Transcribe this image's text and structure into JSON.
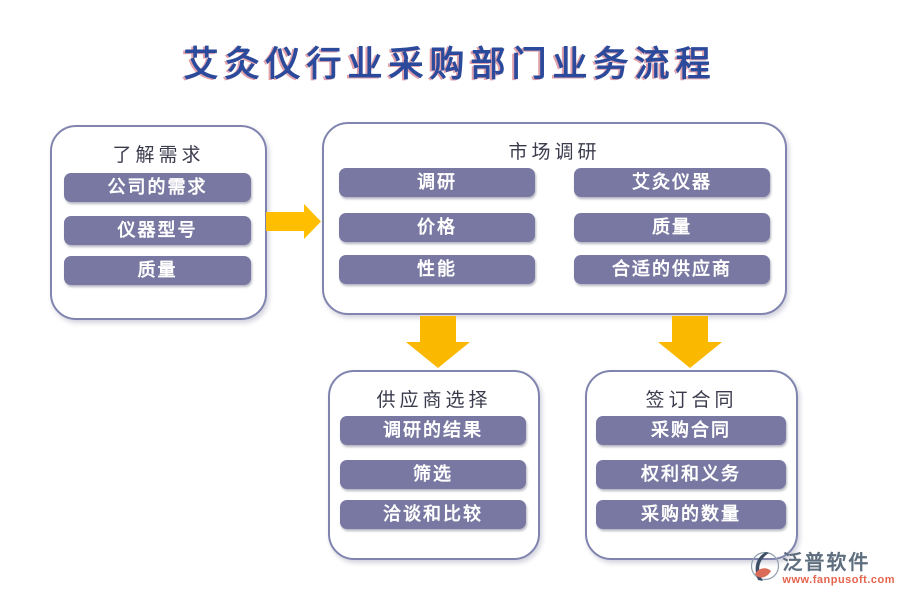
{
  "page": {
    "title": "艾灸仪行业采购部门业务流程"
  },
  "flow": {
    "boxes": [
      {
        "title": "了解需求",
        "items": [
          "公司的需求",
          "仪器型号",
          "质量"
        ]
      },
      {
        "title": "市场调研",
        "left_items": [
          "调研",
          "价格",
          "性能"
        ],
        "right_items": [
          "艾灸仪器",
          "质量",
          "合适的供应商"
        ]
      },
      {
        "title": "供应商选择",
        "items": [
          "调研的结果",
          "筛选",
          "洽谈和比较"
        ]
      },
      {
        "title": "签订合同",
        "items": [
          "采购合同",
          "权利和义务",
          "采购的数量"
        ]
      }
    ],
    "arrows": [
      {
        "from": "了解需求",
        "to": "市场调研",
        "direction": "right"
      },
      {
        "from": "市场调研",
        "to": "供应商选择",
        "direction": "down"
      },
      {
        "from": "市场调研",
        "to": "签订合同",
        "direction": "down"
      }
    ]
  },
  "branding": {
    "logo_text": "泛普软件",
    "website": "www.fanpusoft.com"
  },
  "colors": {
    "bar_fill": "#7878a2",
    "box_border": "#8084ae",
    "arrow_fill": "#ffbf00",
    "title_text": "#2b4a9b",
    "title_shadow": "#c95668",
    "header_text": "#3b3b4e",
    "logo_text": "#5e6e7e",
    "website_text": "#e4654f"
  }
}
